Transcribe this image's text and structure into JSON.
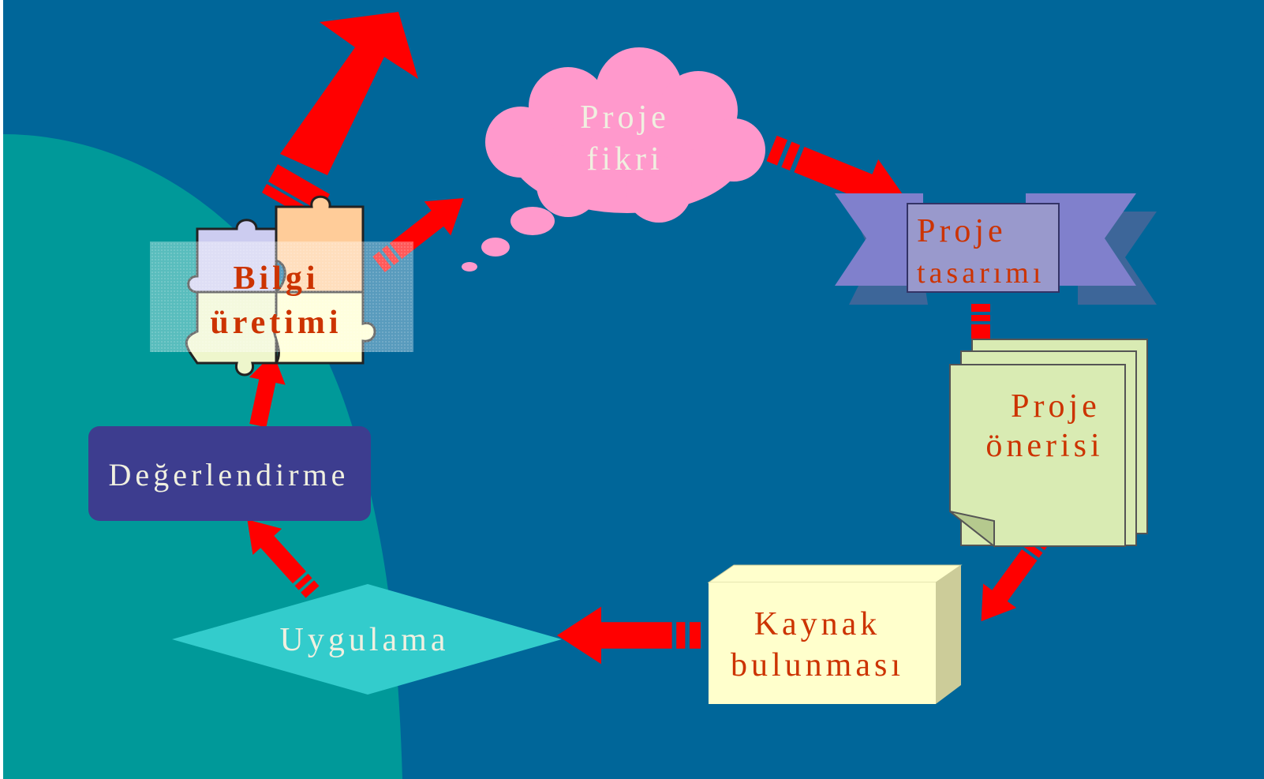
{
  "diagram": {
    "nodes": {
      "proje_fikri": {
        "line1": "Proje",
        "line2": "fikri"
      },
      "proje_tasarimi": {
        "line1": "Proje",
        "line2": "tasarımı"
      },
      "proje_onerisi": {
        "line1": "Proje",
        "line2": "önerisi"
      },
      "kaynak_bulunmasi": {
        "line1": "Kaynak",
        "line2": "bulunması"
      },
      "uygulama": {
        "label": "Uygulama"
      },
      "degerlendirme": {
        "label": "Değerlendirme"
      },
      "bilgi_uretimi": {
        "line1": "Bilgi",
        "line2": "üretimi"
      }
    }
  },
  "colors": {
    "background": "#006699",
    "teal_panel": "#009999",
    "arrow": "#ff0000",
    "cloud": "#ff99cc",
    "banner": "#9999cc",
    "proposal": "#d9ebb3",
    "resource_box": "#ffffcc",
    "diamond": "#33cccc",
    "evaluation_box": "#3d3d8f",
    "label_red": "#cc3300",
    "label_light": "#f0f0e0"
  }
}
